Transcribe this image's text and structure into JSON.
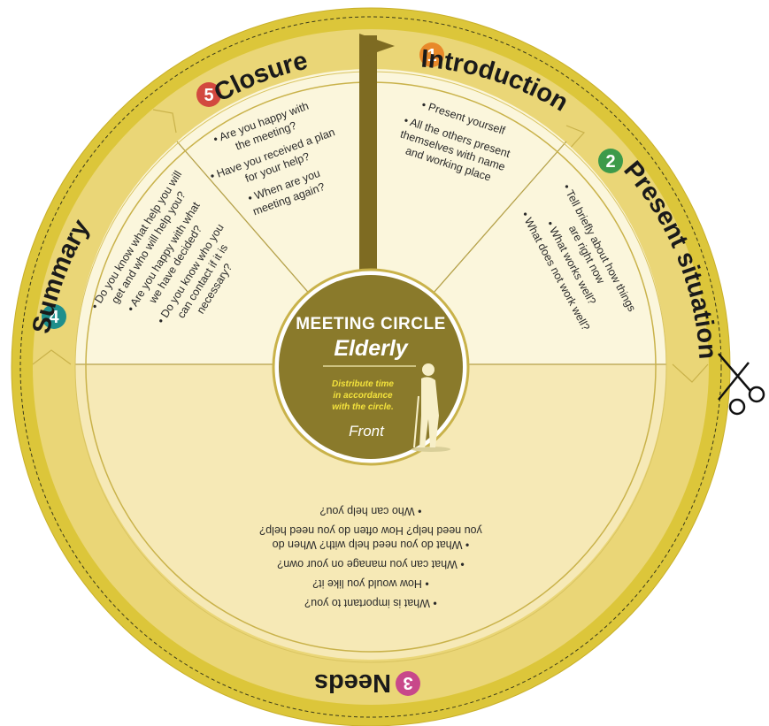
{
  "center": {
    "title": "MEETING CIRCLE",
    "subtitle": "Elderly",
    "note_lines": [
      "Distribute time",
      "in accordance",
      "with the circle."
    ],
    "side": "Front"
  },
  "sections": {
    "introduction": {
      "number": "1",
      "title": "Introduction",
      "color": "#e8892a",
      "bullets": [
        "• Present yourself",
        "• All the others present",
        "themselves with name",
        "and working place"
      ]
    },
    "present": {
      "number": "2",
      "title": "Present situation",
      "color": "#3d9a4a",
      "bullets": [
        "• Tell briefly about how things",
        "are right now",
        "• What works well?",
        "• What does not work well?"
      ]
    },
    "needs": {
      "number": "3",
      "title": "Needs",
      "color": "#c8488a",
      "bullets": [
        "• What is important to you?",
        "• How would you like it?",
        "• What can you manage on your own?",
        "• What do you need help with? When do",
        "you need help? How often do you need help?",
        "• Who can help you?"
      ]
    },
    "summary": {
      "number": "4",
      "title": "Summary",
      "color": "#1f8f8c",
      "bullets": [
        "• Do you know what help you will",
        "get and who will help you?",
        "• Are you happy with what",
        "we have decided?",
        "• Do you know who you",
        "can contact if it is",
        "necessary?"
      ]
    },
    "closure": {
      "number": "5",
      "title": "Closure",
      "color": "#d2493f",
      "bullets": [
        "• Are you happy with",
        "the meeting?",
        "• Have you received a plan",
        "for your help?",
        "• When are you",
        "meeting again?"
      ]
    }
  },
  "colors": {
    "outer_ring": "#dcc63a",
    "mid_ring": "#ead677",
    "inner_ring": "#ecd98a",
    "wedge": "#fbf6dc",
    "bottom": "#f6e9b6",
    "center": "#8a7a2b",
    "pointer": "#7e6b22"
  },
  "icons": {
    "cut": "scissors-icon",
    "person": "elderly-person-icon"
  }
}
